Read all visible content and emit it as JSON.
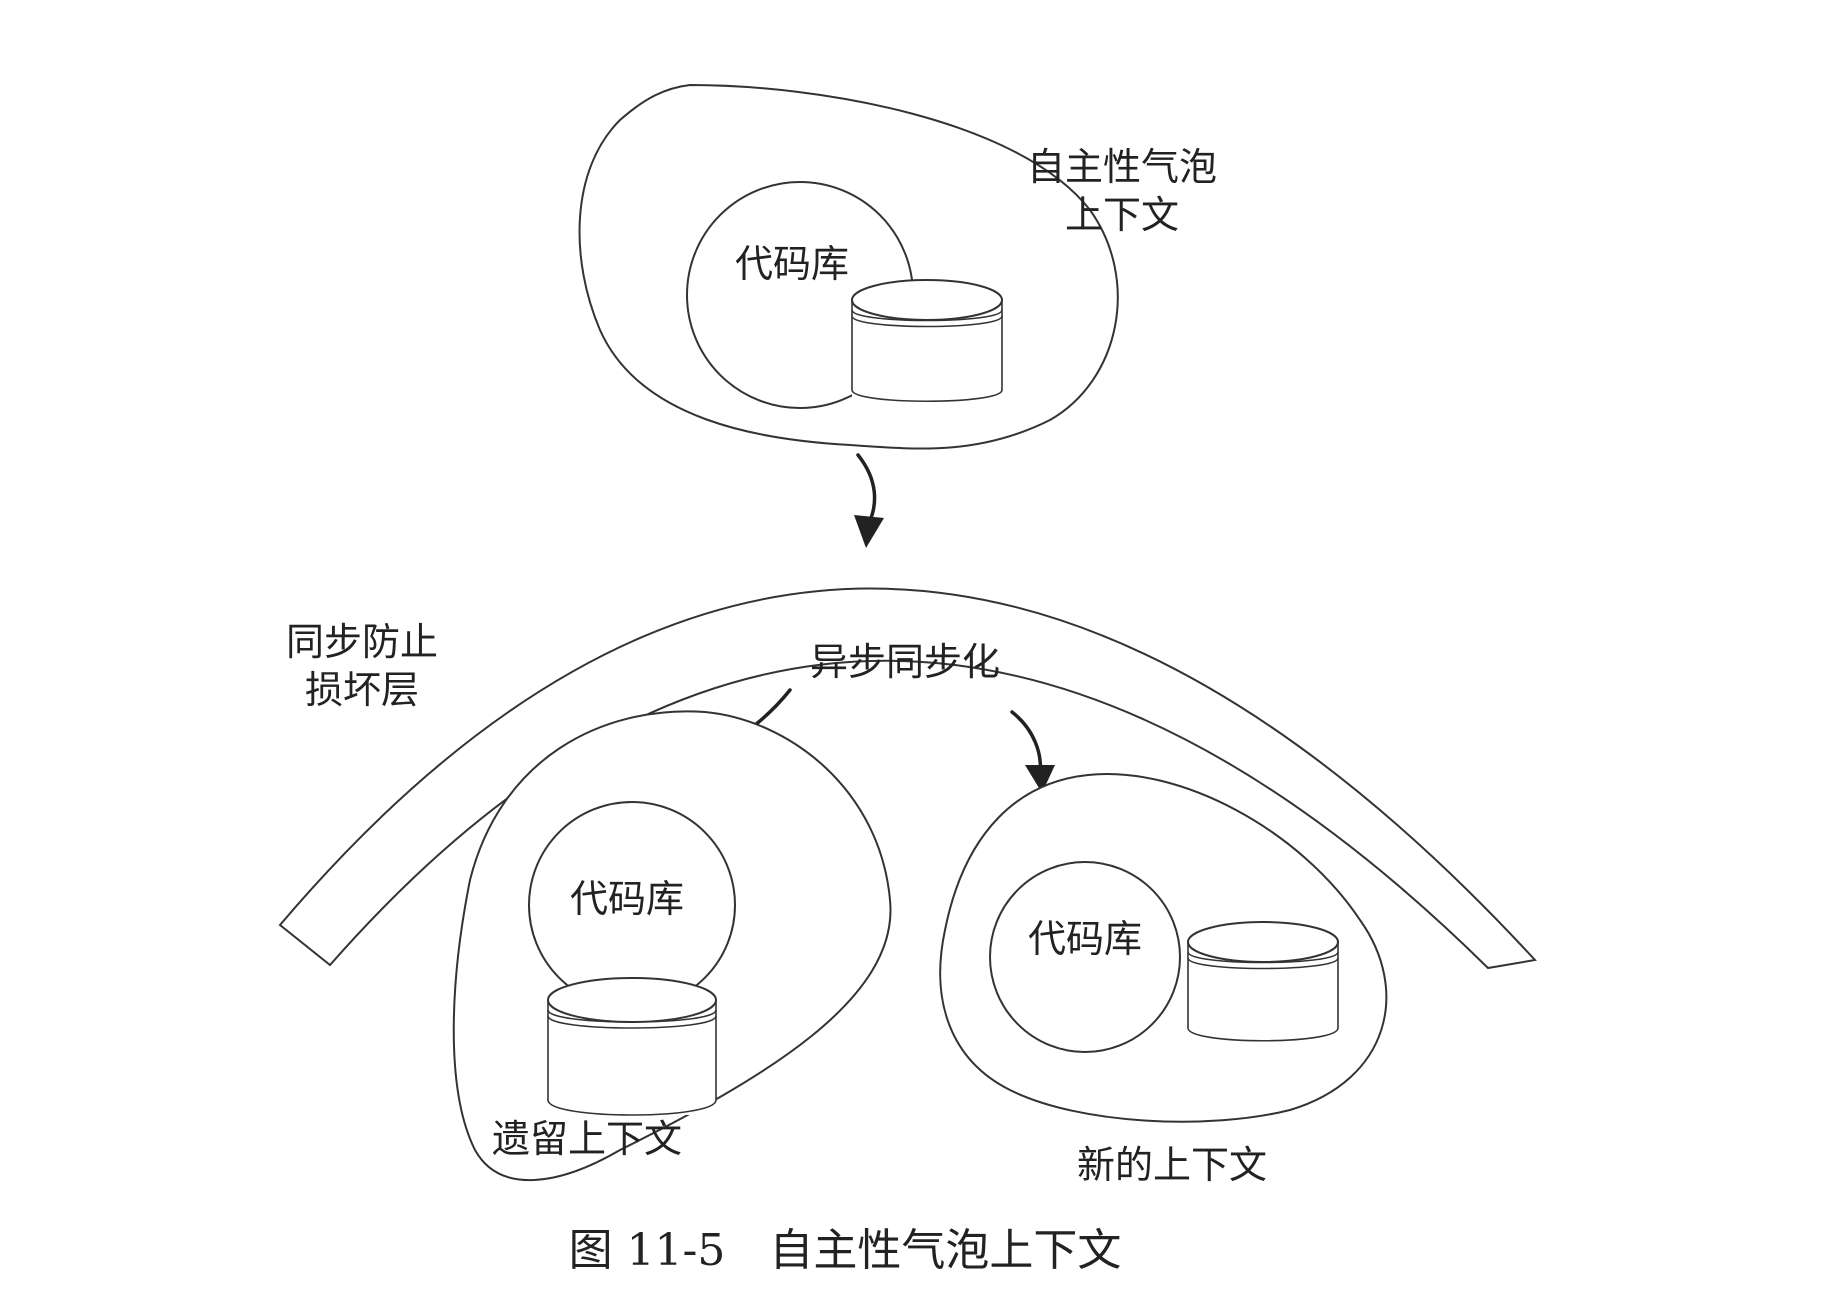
{
  "top_context": {
    "title_line1": "自主性气泡",
    "title_line2": "上下文",
    "codebase_label": "代码库"
  },
  "acl": {
    "label_line1": "同步防止",
    "label_line2": "损坏层",
    "sync_label": "异步同步化"
  },
  "legacy_context": {
    "label": "遗留上下文",
    "codebase_label": "代码库"
  },
  "new_context": {
    "label": "新的上下文",
    "codebase_label": "代码库"
  },
  "caption": "图 11-5　自主性气泡上下文",
  "colors": {
    "stroke": "#333333",
    "text": "#222222",
    "background": "#ffffff"
  }
}
